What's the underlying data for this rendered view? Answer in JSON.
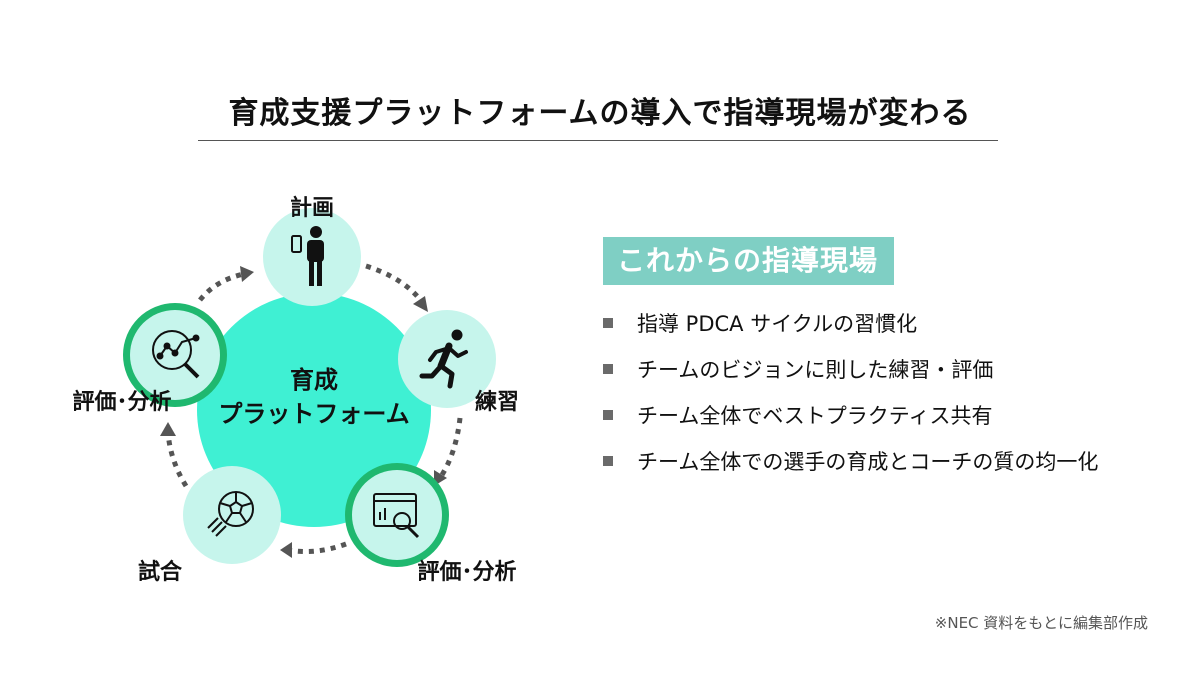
{
  "title": "育成支援プラットフォームの導入で指導現場が変わる",
  "cycle": {
    "center_line1": "育成",
    "center_line2": "プラットフォーム",
    "nodes": [
      {
        "id": "plan",
        "label": "計画",
        "icon": "person-with-phone-icon"
      },
      {
        "id": "practice",
        "label": "練習",
        "icon": "running-person-icon"
      },
      {
        "id": "review-right",
        "label": "評価･分析",
        "icon": "dashboard-magnifier-icon"
      },
      {
        "id": "match",
        "label": "試合",
        "icon": "soccer-ball-icon"
      },
      {
        "id": "review-left",
        "label": "評価･分析",
        "icon": "magnifier-chart-icon"
      }
    ]
  },
  "panel": {
    "heading": "これからの指導現場",
    "items": [
      "指導 PDCA サイクルの習慣化",
      "チームのビジョンに則した練習・評価",
      "チーム全体でベストプラクティス共有",
      "チーム全体での選手の育成とコーチの質の均一化"
    ]
  },
  "source_note": "※NEC 資料をもとに編集部作成",
  "colors": {
    "center_fill": "#3ff0d3",
    "node_fill": "#c6f5ec",
    "node_ring": "#1fb86f",
    "arrow": "#555555",
    "heading_bg": "#7fcfc4"
  }
}
